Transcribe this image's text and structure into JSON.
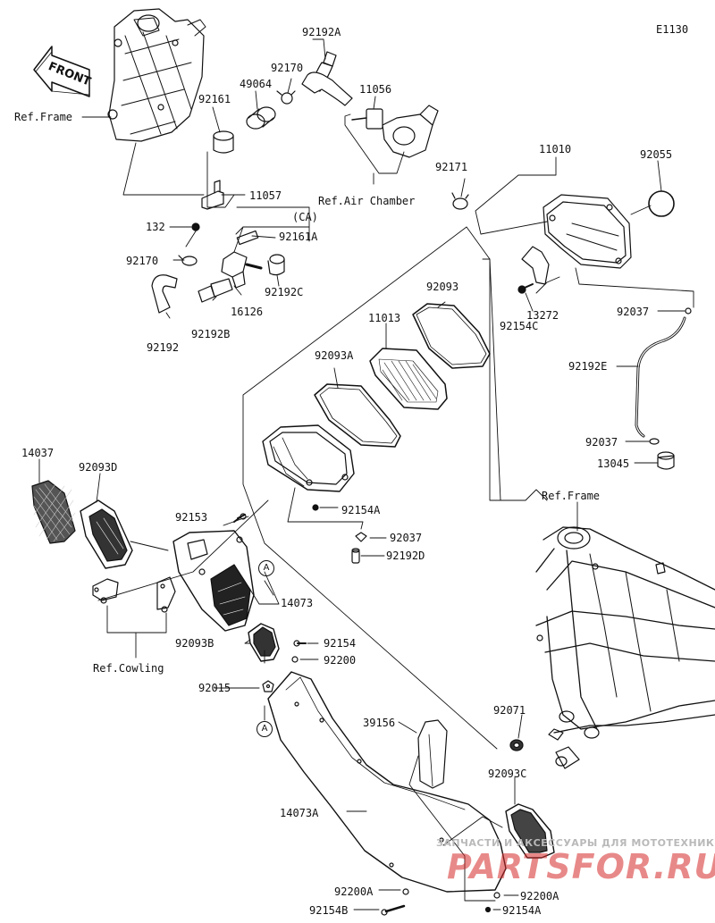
{
  "diagram_code": "E1130",
  "front_sign": "FRONT",
  "markers": {
    "a": "A"
  },
  "watermark": {
    "tagline": "ЗАПЧАСТИ И АКСЕССУАРЫ ДЛЯ МОТОТЕХНИКИ",
    "brand": "PARTSFOR.RU"
  },
  "labels": {
    "ref_frame_top": "Ref.Frame",
    "ref_air_chamber": "Ref.Air Chamber",
    "ref_frame_right": "Ref.Frame",
    "ref_cowling": "Ref.Cowling",
    "p92192a": "92192A",
    "p92170_top": "92170",
    "p49064": "49064",
    "p92161": "92161",
    "p11056": "11056",
    "p11057": "11057",
    "p132": "132",
    "ca": "(CA)",
    "p92161a": "92161A",
    "p92170_left": "92170",
    "p92192c": "92192C",
    "p16126": "16126",
    "p92192": "92192",
    "p92192b": "92192B",
    "p92171": "92171",
    "p11010": "11010",
    "p92055": "92055",
    "p92093": "92093",
    "p11013": "11013",
    "p92093a": "92093A",
    "p13272": "13272",
    "p92154c": "92154C",
    "p92037_top": "92037",
    "p92192e": "92192E",
    "p92037_mid": "92037",
    "p13045": "13045",
    "p14037": "14037",
    "p92093d": "92093D",
    "p92153": "92153",
    "p92154a_mid": "92154A",
    "p92037_low": "92037",
    "p92192d": "92192D",
    "p14073": "14073",
    "p92093b": "92093B",
    "p92154": "92154",
    "p92200": "92200",
    "p92015": "92015",
    "p92071": "92071",
    "p39156": "39156",
    "p92093c": "92093C",
    "p14073a": "14073A",
    "p92200a_left": "92200A",
    "p92200a_right": "92200A",
    "p92154b": "92154B",
    "p92154a_bot": "92154A"
  }
}
